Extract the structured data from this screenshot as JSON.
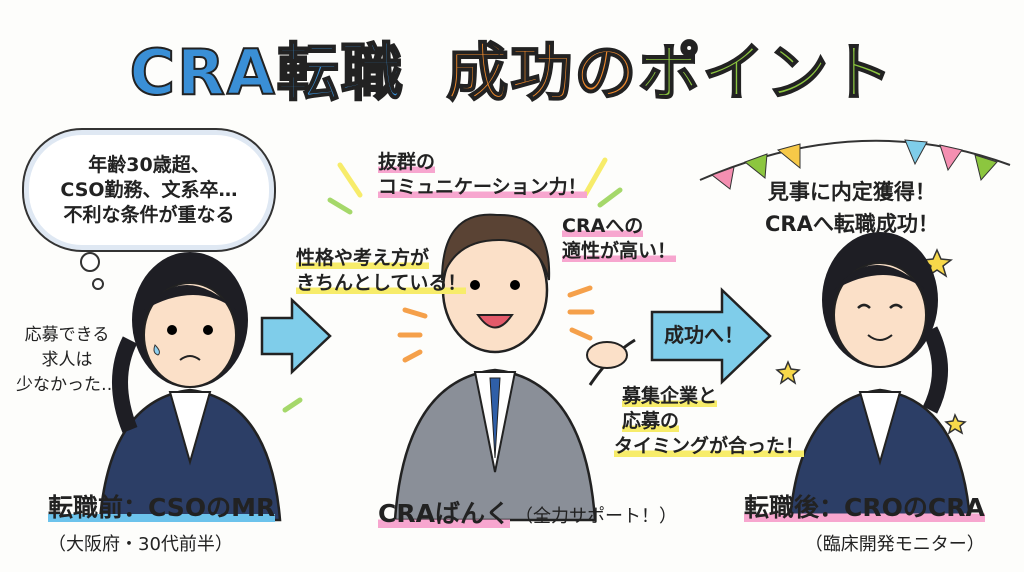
{
  "title": {
    "part1": "CRA転職",
    "part2": "成功の",
    "part3": "ポイント"
  },
  "before": {
    "thought_lines": [
      "年齢30歳超、",
      "CSO勤務、文系卒…",
      "不利な条件が重なる"
    ],
    "side_lines": [
      "応募できる",
      "求人は",
      "少なかった…"
    ],
    "caption": "転職前：CSOのMR",
    "subcaption": "（大阪府・30代前半）"
  },
  "middle": {
    "point1_lines": [
      "抜群の",
      "コミュニケーション力！"
    ],
    "point2_lines": [
      "性格や考え方が",
      "きちんとしている！"
    ],
    "point3_lines": [
      "CRAへの",
      "適性が高い！"
    ],
    "point4_lines": [
      "募集企業と",
      "応募の",
      "タイミングが合った！"
    ],
    "arrow_label": "成功へ！",
    "caption": "CRAばんく",
    "caption_sub": "（全力サポート！）"
  },
  "after": {
    "banner_lines": [
      "見事に内定獲得！",
      "CRAへ転職成功！"
    ],
    "caption": "転職後：CROのCRA",
    "subcaption": "（臨床開発モニター）"
  },
  "colors": {
    "blue": "#3a8fd6",
    "orange": "#f08a2c",
    "green": "#8cc63f",
    "arrow": "#7fcdea",
    "suit": "#2c3e66",
    "gray_suit": "#8a8f98"
  }
}
